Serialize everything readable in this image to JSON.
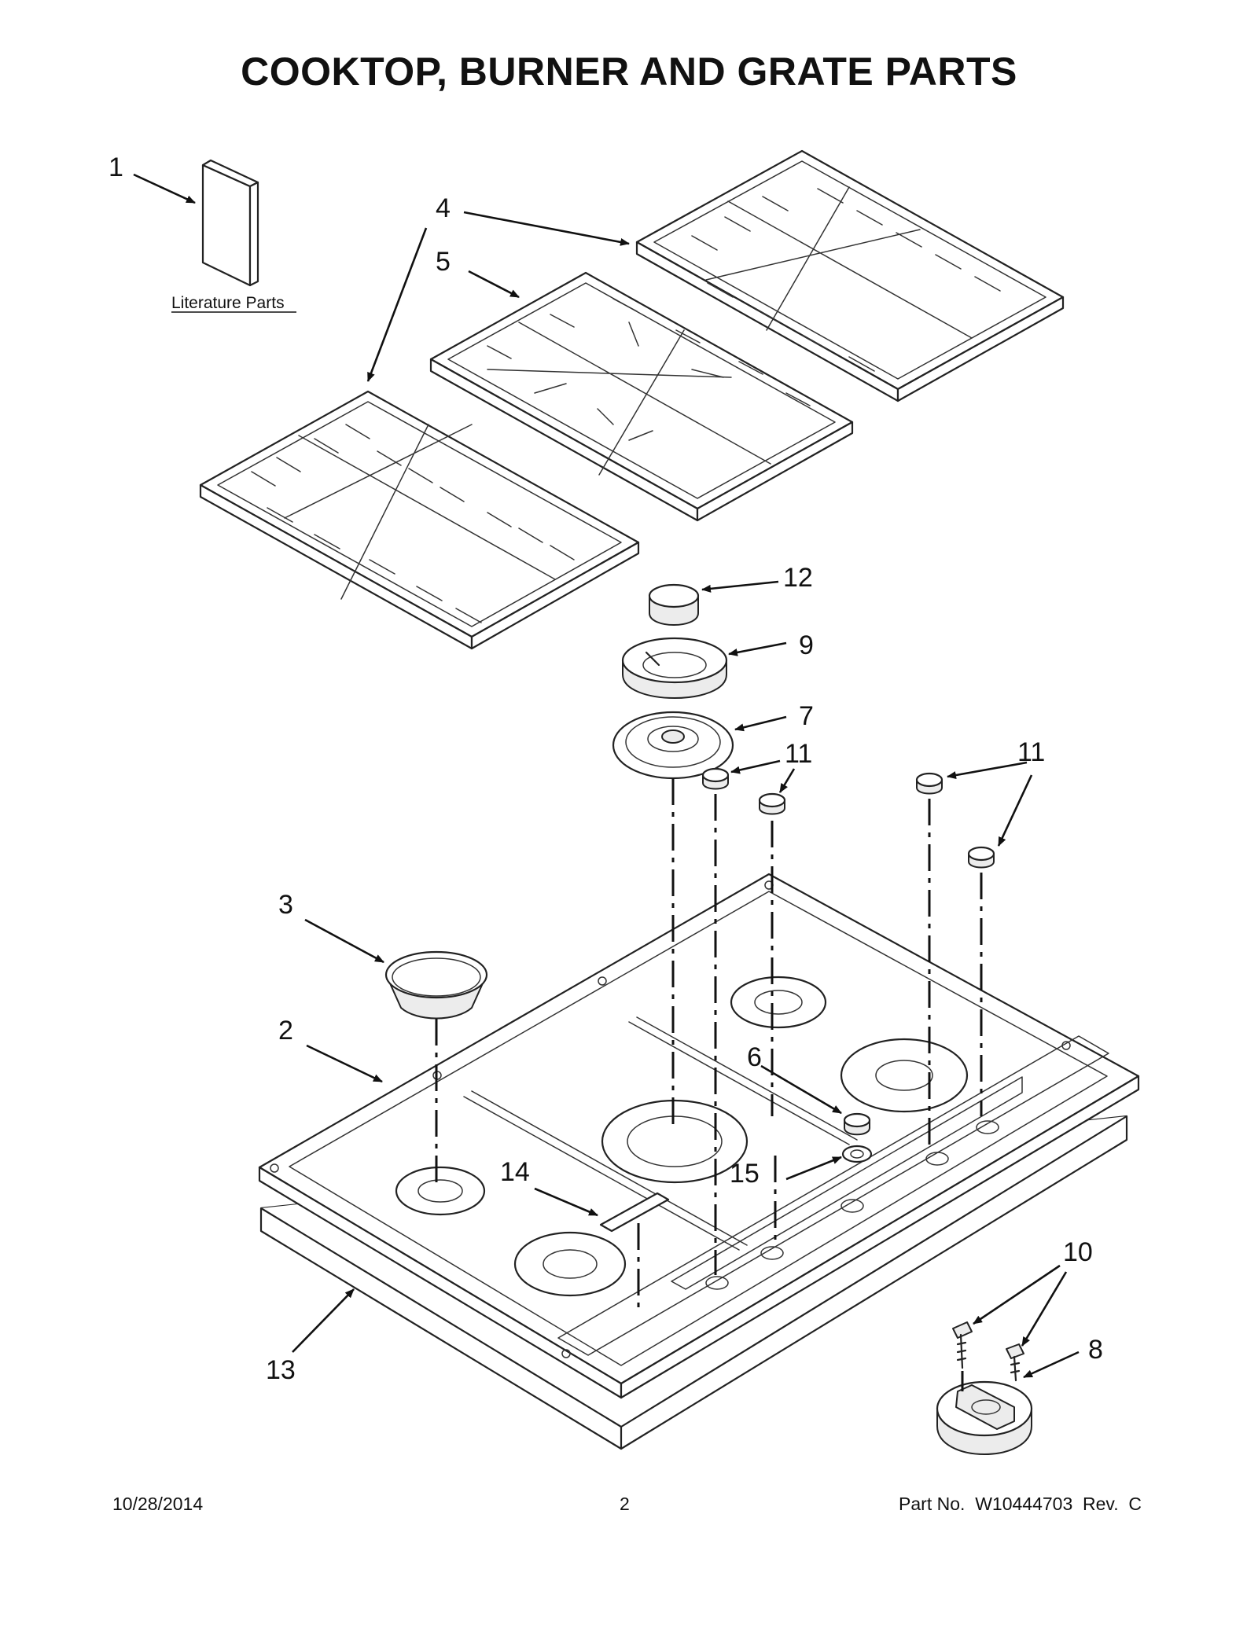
{
  "title": "COOKTOP, BURNER AND GRATE PARTS",
  "literature_caption": "Literature Parts",
  "callouts": {
    "c1": "1",
    "c2": "2",
    "c3": "3",
    "c4": "4",
    "c5": "5",
    "c6": "6",
    "c7": "7",
    "c8": "8",
    "c9": "9",
    "c10": "10",
    "c11a": "11",
    "c11b": "11",
    "c12": "12",
    "c13": "13",
    "c14": "14",
    "c15": "15"
  },
  "footer": {
    "date": "10/28/2014",
    "page": "2",
    "part": "Part No.  W10444703  Rev.  C"
  }
}
